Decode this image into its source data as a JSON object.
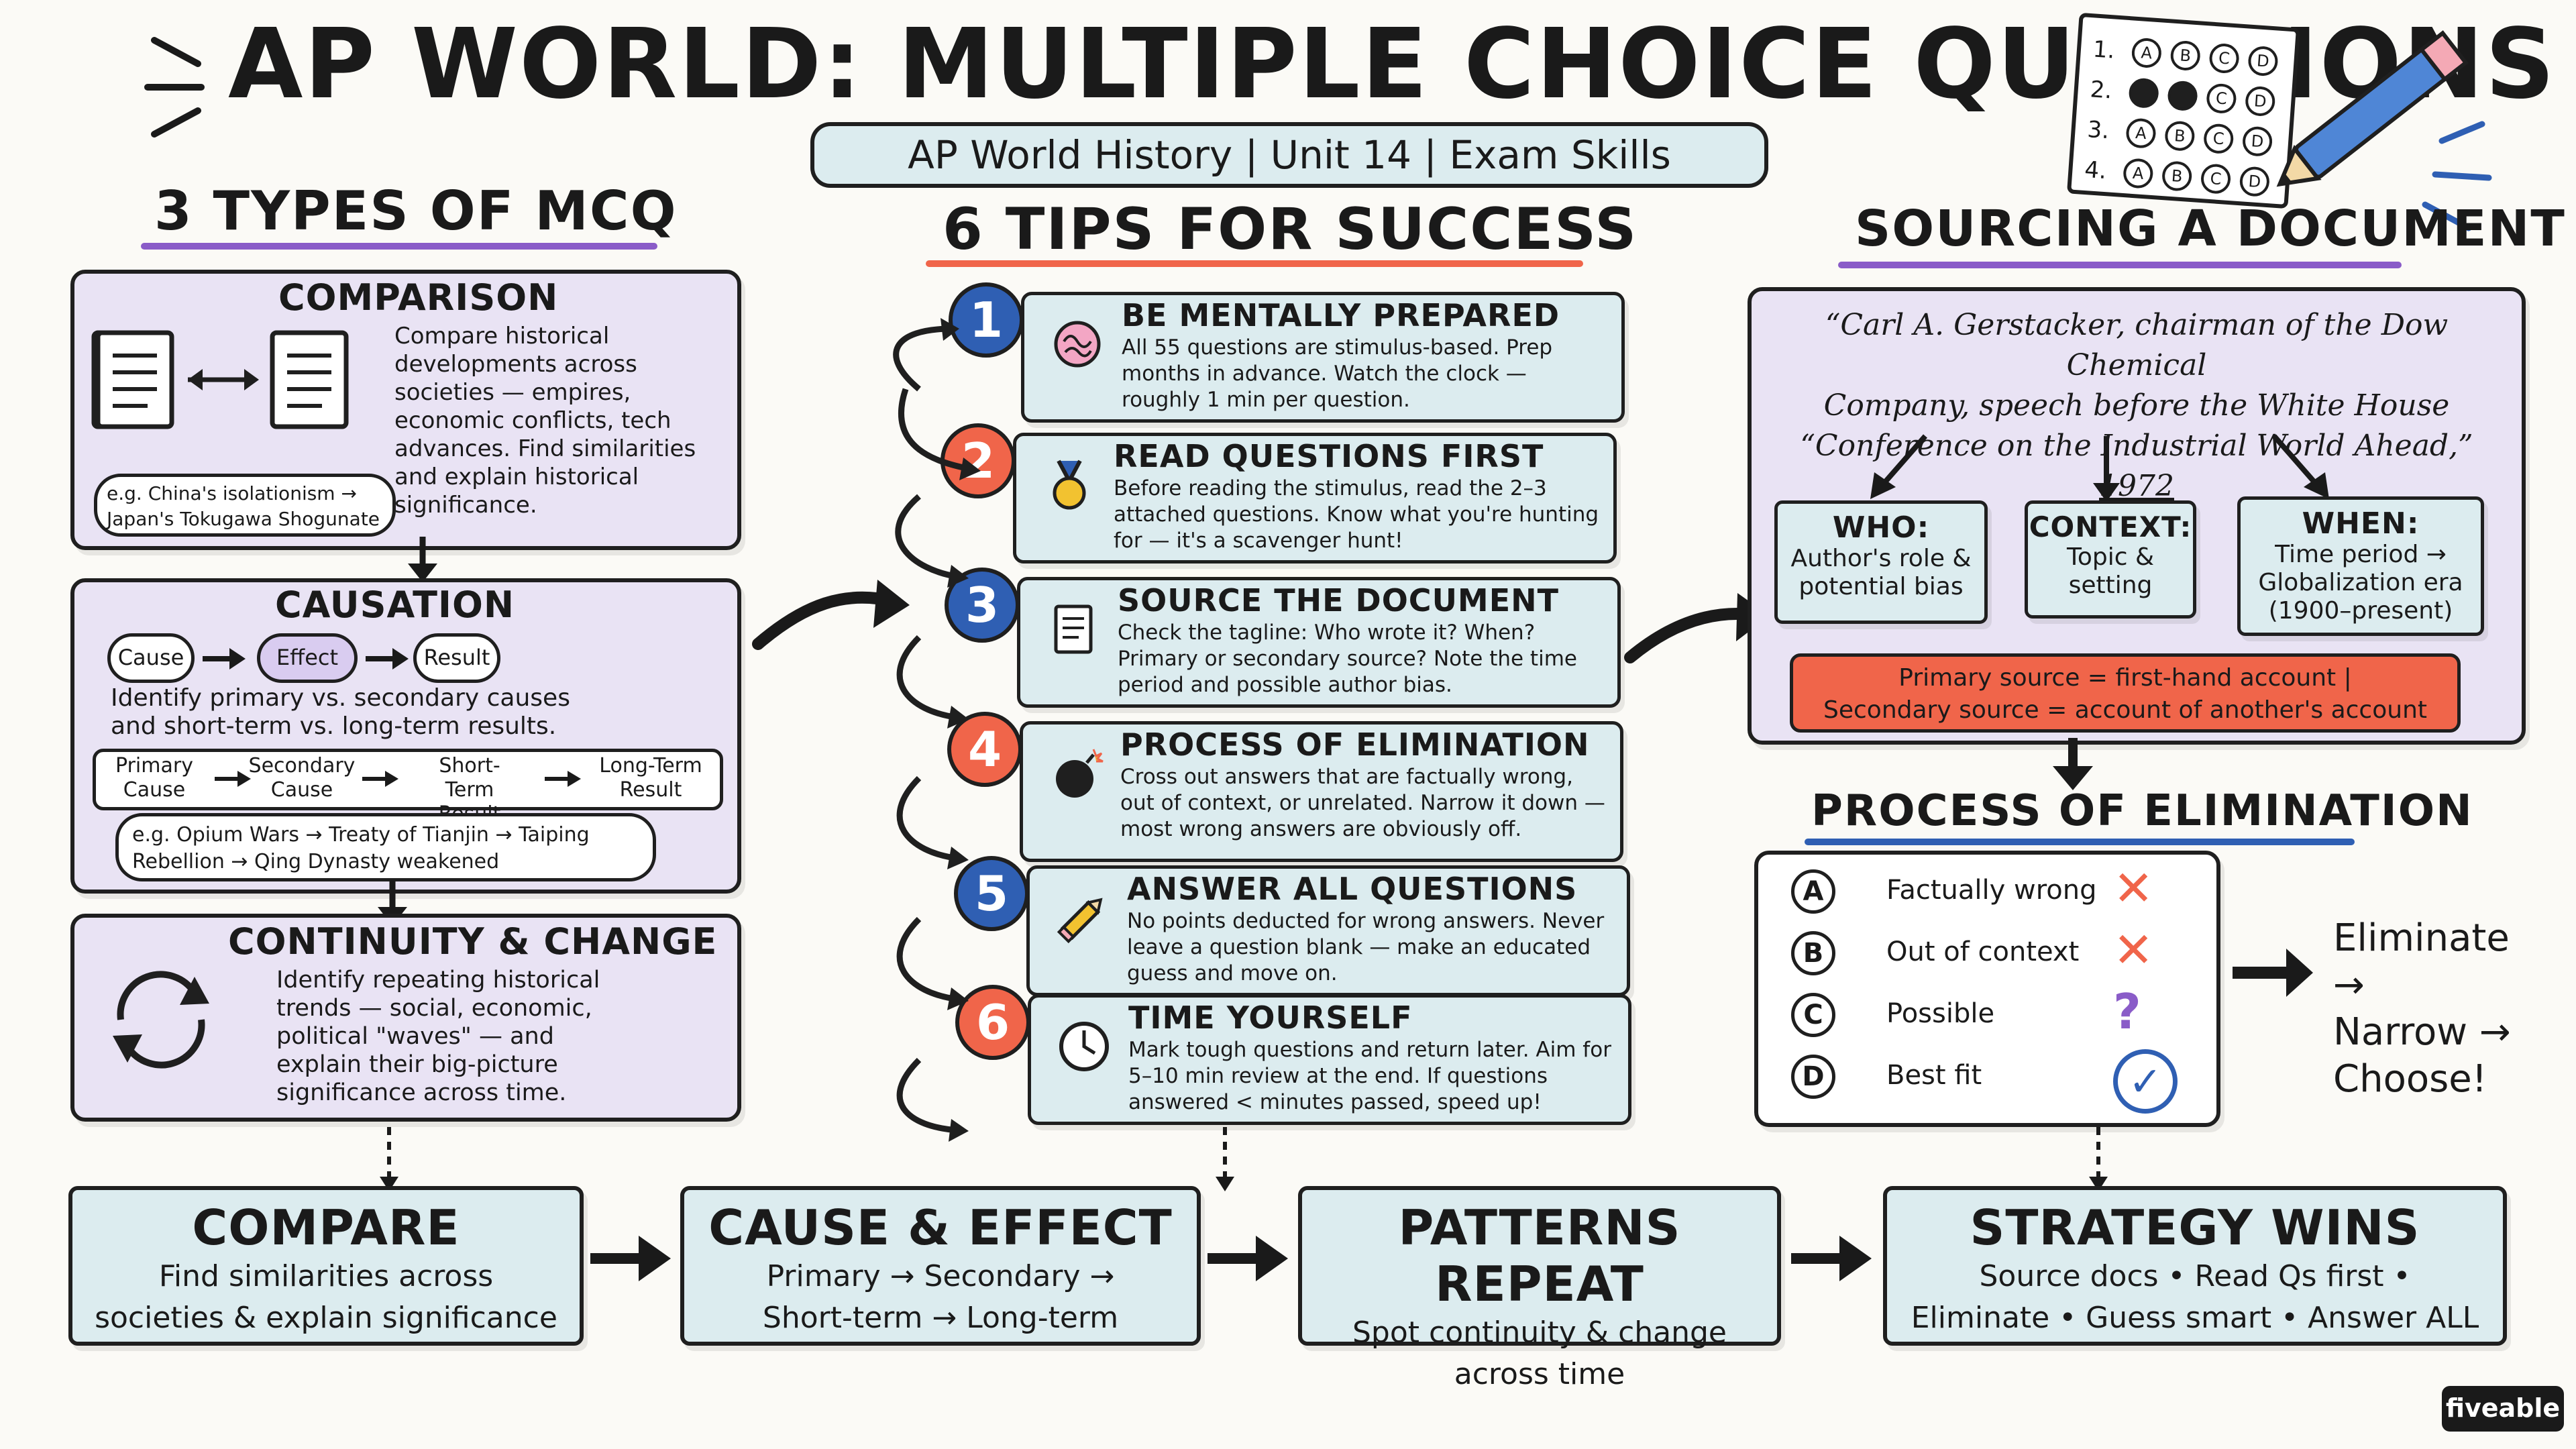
{
  "header": {
    "title": "AP WORLD: MULTIPLE CHOICE QUESTIONS",
    "subtitle": "AP World History | Unit 14 | Exam Skills",
    "bubble_sheet": {
      "rows": [
        "1.",
        "2.",
        "3.",
        "4."
      ],
      "options": [
        "A",
        "B",
        "C",
        "D"
      ]
    }
  },
  "types": {
    "heading": "3 TYPES OF MCQ",
    "comparison": {
      "title": "COMPARISON",
      "body": "Compare historical developments across societies — empires, economic conflicts, tech advances. Find similarities and explain historical significance.",
      "example": "e.g. China's isolationism → Japan's Tokugawa Shogunate"
    },
    "causation": {
      "title": "CAUSATION",
      "chain": [
        "Cause",
        "Effect",
        "Result"
      ],
      "body": "Identify primary vs. secondary causes and short-term vs. long-term results.",
      "steps": [
        "Primary Cause",
        "Secondary Cause",
        "Short-Term Result",
        "Long-Term Result"
      ],
      "example": "e.g. Opium Wars → Treaty of Tianjin → Taiping Rebellion → Qing Dynasty weakened"
    },
    "continuity": {
      "title": "CONTINUITY & CHANGE",
      "body": "Identify repeating historical trends — social, economic, political \"waves\" — and explain their big-picture significance across time."
    }
  },
  "tips": {
    "heading": "6 TIPS FOR SUCCESS",
    "items": [
      {
        "num": "1",
        "title": "BE MENTALLY PREPARED",
        "body": "All 55 questions are stimulus-based. Prep months in advance. Watch the clock — roughly 1 min per question.",
        "color": "#2f5fb3"
      },
      {
        "num": "2",
        "title": "READ QUESTIONS FIRST",
        "body": "Before reading the stimulus, read the 2–3 attached questions. Know what you're hunting for — it's a scavenger hunt!",
        "color": "#f0654a"
      },
      {
        "num": "3",
        "title": "SOURCE THE DOCUMENT",
        "body": "Check the tagline: Who wrote it? When? Primary or secondary source? Note the time period and possible author bias.",
        "color": "#2f5fb3"
      },
      {
        "num": "4",
        "title": "PROCESS OF ELIMINATION",
        "body": "Cross out answers that are factually wrong, out of context, or unrelated. Narrow it down — most wrong answers are obviously off.",
        "color": "#f0654a"
      },
      {
        "num": "5",
        "title": "ANSWER ALL QUESTIONS",
        "body": "No points deducted for wrong answers. Never leave a question blank — make an educated guess and move on.",
        "color": "#2f5fb3"
      },
      {
        "num": "6",
        "title": "TIME YOURSELF",
        "body": "Mark tough questions and return later. Aim for 5–10 min review at the end. If questions answered < minutes passed, speed up!",
        "color": "#f0654a"
      }
    ]
  },
  "sourcing": {
    "heading": "SOURCING A DOCUMENT",
    "quote_line1": "“Carl A. Gerstacker, chairman of the Dow Chemical",
    "quote_line2": "Company, speech before the White House",
    "quote_line3": "“Conference on the Industrial World Ahead,”",
    "quote_year": "1972",
    "who": {
      "title": "WHO:",
      "body": "Author's role & potential bias"
    },
    "context": {
      "title": "CONTEXT:",
      "body": "Topic & setting"
    },
    "when": {
      "title": "WHEN:",
      "body": "Time period → Globalization era (1900–present)"
    },
    "definition_line1": "Primary source = first-hand account |",
    "definition_line2": "Secondary source = account of another's account"
  },
  "elimination": {
    "heading": "PROCESS OF ELIMINATION",
    "options": [
      {
        "letter": "A",
        "label": "Factually wrong",
        "mark": "✕"
      },
      {
        "letter": "B",
        "label": "Out of context",
        "mark": "✕"
      },
      {
        "letter": "C",
        "label": "Possible",
        "mark": "?"
      },
      {
        "letter": "D",
        "label": "Best fit",
        "mark": "✓"
      }
    ],
    "steps": [
      "Eliminate →",
      "Narrow →",
      "Choose!"
    ]
  },
  "summary": [
    {
      "title": "COMPARE",
      "line1": "Find similarities across",
      "line2": "societies & explain significance"
    },
    {
      "title": "CAUSE & EFFECT",
      "line1": "Primary → Secondary →",
      "line2": "Short-term → Long-term"
    },
    {
      "title": "PATTERNS REPEAT",
      "line1": "Spot continuity & change",
      "line2": "across time"
    },
    {
      "title": "STRATEGY WINS",
      "line1": "Source docs • Read Qs first •",
      "line2": "Eliminate • Guess smart • Answer ALL"
    }
  ],
  "brand": "fiveable",
  "colors": {
    "lavender": "#e9e3f4",
    "light_blue": "#dcecef",
    "coral": "#f0654a",
    "blue": "#2f5fb3",
    "purple_underline": "#8a5cc8",
    "coral_underline": "#f0654a",
    "blue_underline": "#2f5fb3"
  }
}
